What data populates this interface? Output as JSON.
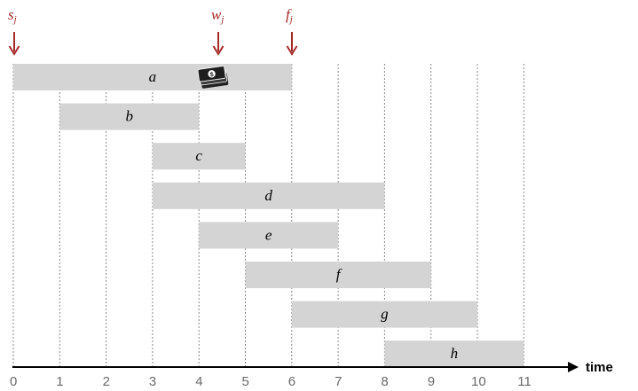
{
  "colors": {
    "bar": "#d4d4d4",
    "marker": "#a52a2a",
    "axis": "#000000",
    "gridline": "#888888",
    "tick_label": "#6a6a6a"
  },
  "axis": {
    "label": "time",
    "ticks": [
      "0",
      "1",
      "2",
      "3",
      "4",
      "5",
      "6",
      "7",
      "8",
      "9",
      "10",
      "11"
    ]
  },
  "markers": {
    "start": "s_j",
    "weight": "w_j",
    "finish": "f_j"
  },
  "jobs": [
    {
      "label": "a",
      "start": 0,
      "end": 6
    },
    {
      "label": "b",
      "start": 1,
      "end": 4
    },
    {
      "label": "c",
      "start": 3,
      "end": 5
    },
    {
      "label": "d",
      "start": 3,
      "end": 8
    },
    {
      "label": "e",
      "start": 4,
      "end": 7
    },
    {
      "label": "f",
      "start": 5,
      "end": 9
    },
    {
      "label": "g",
      "start": 6,
      "end": 10
    },
    {
      "label": "h",
      "start": 8,
      "end": 11
    }
  ],
  "money_icon": "money-stack-icon"
}
